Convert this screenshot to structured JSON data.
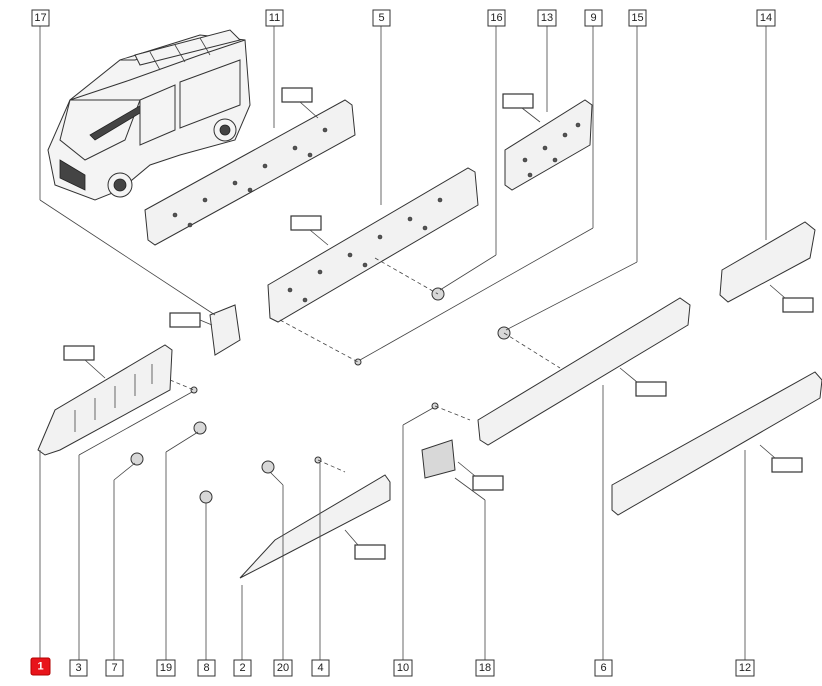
{
  "callouts": {
    "p1": "1",
    "p2": "2",
    "p3": "3",
    "p4": "4",
    "p5": "5",
    "p6": "6",
    "p7": "7",
    "p8": "8",
    "p9": "9",
    "p10": "10",
    "p11": "11",
    "p12": "12",
    "p13": "13",
    "p14": "14",
    "p15": "15",
    "p16": "16",
    "p17": "17",
    "p18": "18",
    "p19": "19",
    "p20": "20"
  },
  "active_callout": "1",
  "colors": {
    "active": "#e8141b",
    "line": "#333333",
    "part_fill": "#f2f2f2"
  }
}
